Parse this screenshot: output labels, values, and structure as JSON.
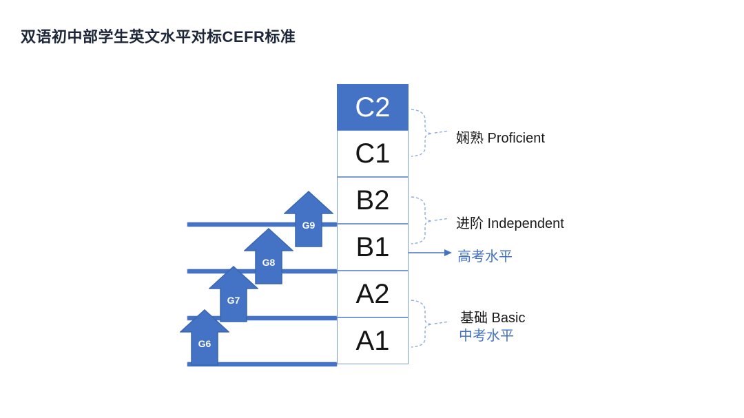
{
  "title": "双语初中部学生英文水平对标CEFR标准",
  "colors": {
    "primary_blue": "#4472C4",
    "arrow_border": "#3a66ae",
    "cell_border": "#7a9ad2",
    "brace_blue": "#8FAADC",
    "title_color": "#1d2639",
    "text_black": "#1a1a1a"
  },
  "ladder": {
    "levels": [
      {
        "label": "C2",
        "highlight": true
      },
      {
        "label": "C1",
        "highlight": false
      },
      {
        "label": "B2",
        "highlight": false
      },
      {
        "label": "B1",
        "highlight": false
      },
      {
        "label": "A2",
        "highlight": false
      },
      {
        "label": "A1",
        "highlight": false
      }
    ]
  },
  "grade_arrows": [
    {
      "label": "G6"
    },
    {
      "label": "G7"
    },
    {
      "label": "G8"
    },
    {
      "label": "G9"
    }
  ],
  "annotations": {
    "proficient": "娴熟 Proficient",
    "independent": "进阶 Independent",
    "gaokao": "高考水平",
    "basic": "基础 Basic",
    "zhongkao": "中考水平"
  }
}
